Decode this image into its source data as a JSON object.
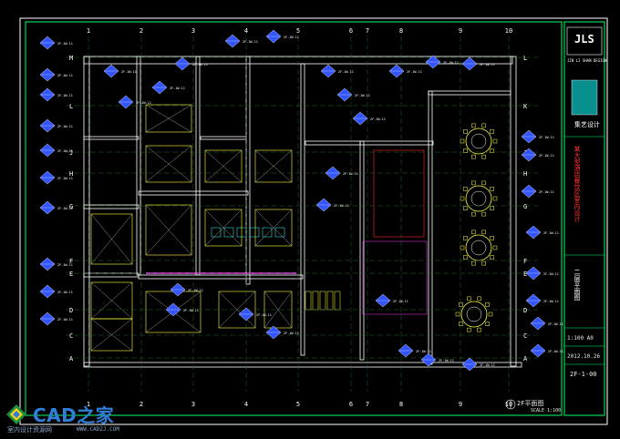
{
  "drawing": {
    "grid_columns": [
      "1",
      "2",
      "3",
      "4",
      "5",
      "6",
      "7",
      "8",
      "9",
      "10"
    ],
    "grid_rows_left": [
      "M",
      "L",
      "J",
      "H",
      "G",
      "F",
      "E",
      "D",
      "C",
      "A"
    ],
    "grid_rows_right": [
      "L",
      "K",
      "J",
      "H",
      "G",
      "F",
      "E",
      "D",
      "C",
      "A"
    ],
    "tag_label": "2F-1W-11",
    "colors": {
      "background": "#000000",
      "border": "#ffffff",
      "inner_frame": "#00ff66",
      "walls": "#ffffff",
      "furniture": "#ffff44",
      "tags": "#3355ff",
      "red_annotations": "#ff2222",
      "accent_magenta": "#ff44ff",
      "cyan": "#44ffff"
    }
  },
  "title_block": {
    "logo_text": "JLS",
    "company_cn": "集艺设计",
    "company_en": "JIN LI SHAN DESIGN",
    "project_vertical": "某大型酒店餐饮区室内设计",
    "drawing_name_vertical": "二层平面图",
    "scale_text": "1:100 A0",
    "date_text": "2012.10.26",
    "sheet_number": "2F-1-00"
  },
  "scale_note": {
    "main": "2F平面图",
    "sub": "SCALE 1:100"
  },
  "watermark": {
    "title": "CAD之家",
    "subtitle": "室内设计资源网",
    "url": "WWW.CADZJ.COM"
  }
}
